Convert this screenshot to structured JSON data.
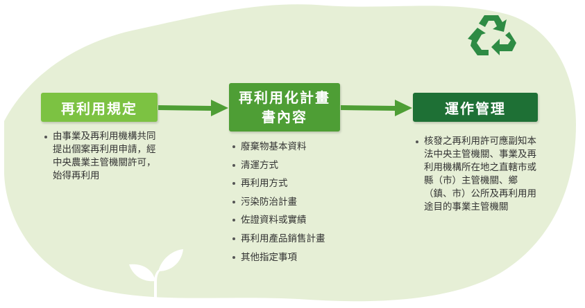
{
  "colors": {
    "background_blob": "#e6efd6",
    "step1": "#7cc242",
    "step2": "#4e9e35",
    "step3": "#1e7035",
    "arrow": "#4e9e35",
    "recycle": "#2e8b44",
    "sprout": "#ffffff"
  },
  "icons": [
    "recycle-icon",
    "sprout-icon"
  ],
  "steps": [
    {
      "title": "再利用規定",
      "text": "由事業及再利用機構共同提出個案再利用申請，經中央農業主管機關許可，始得再利用"
    },
    {
      "title_line1": "再利用化計畫",
      "title_line2": "書內容",
      "items": [
        "廢棄物基本資料",
        "清運方式",
        "再利用方式",
        "污染防治計畫",
        "佐證資料或實績",
        "再利用產品銷售計畫",
        "其他指定事項"
      ]
    },
    {
      "title": "運作管理",
      "text": "核發之再利用許可應副知本法中央主管機關、事業及再利用機構所在地之直轄市或縣（市）主管機關、鄉（鎮、市）公所及再利用用途目的事業主管機關"
    }
  ]
}
